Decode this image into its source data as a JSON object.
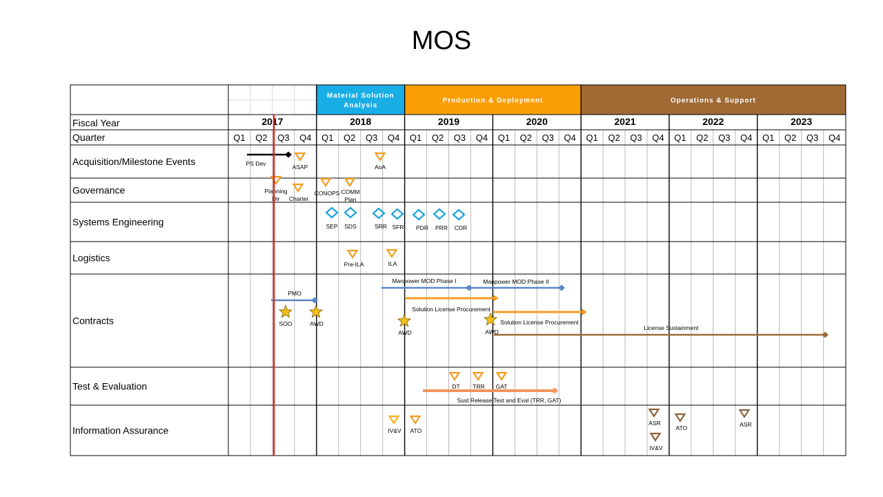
{
  "title": "MOS",
  "phases": [
    {
      "lines": [
        "Material Solution",
        "Analysis"
      ],
      "color": "#1aaee6"
    },
    {
      "lines": [
        "Production & Deployment"
      ],
      "color": "#fb9d05"
    },
    {
      "lines": [
        "Operations & Support"
      ],
      "color": "#9f6a34"
    }
  ],
  "row_labels": [
    "Fiscal Year",
    "Quarter",
    "Acquisition/Milestone Events",
    "Governance",
    "Systems Engineering",
    "Logistics",
    "Contracts",
    "Test & Evaluation",
    "Information Assurance"
  ],
  "years": [
    "2017",
    "2018",
    "2019",
    "2020",
    "2021",
    "2022",
    "2023"
  ],
  "quarters": [
    "Q1",
    "Q2",
    "Q3",
    "Q4"
  ],
  "events": [
    {
      "type": "diamond-filled",
      "row": "Acquisition/Milestone Events",
      "labels": [
        "PS Dev"
      ],
      "color": "#000000"
    },
    {
      "type": "triangle",
      "row": "Acquisition/Milestone Events",
      "labels": [
        "ASAP"
      ],
      "color": "#f39c1f"
    },
    {
      "type": "triangle",
      "row": "Acquisition/Milestone Events",
      "labels": [
        "AoA"
      ],
      "color": "#f39c1f"
    },
    {
      "type": "triangle",
      "row": "Governance",
      "labels": [
        "Planning",
        "Dir"
      ],
      "color": "#f39c1f"
    },
    {
      "type": "triangle",
      "row": "Governance",
      "labels": [
        "Charter"
      ],
      "color": "#f39c1f"
    },
    {
      "type": "triangle",
      "row": "Governance",
      "labels": [
        "CONOPS"
      ],
      "color": "#f39c1f"
    },
    {
      "type": "triangle",
      "row": "Governance",
      "labels": [
        "COMM",
        "Plan"
      ],
      "color": "#f39c1f"
    },
    {
      "type": "diamond",
      "row": "Systems Engineering",
      "labels": [
        "SEP"
      ],
      "color": "#1aa3dd"
    },
    {
      "type": "diamond",
      "row": "Systems Engineering",
      "labels": [
        "SDS"
      ],
      "color": "#1aa3dd"
    },
    {
      "type": "diamond",
      "row": "Systems Engineering",
      "labels": [
        "SRR"
      ],
      "color": "#1aa3dd"
    },
    {
      "type": "diamond",
      "row": "Systems Engineering",
      "labels": [
        "SFR"
      ],
      "color": "#1aa3dd"
    },
    {
      "type": "diamond",
      "row": "Systems Engineering",
      "labels": [
        "PDR"
      ],
      "color": "#1aa3dd"
    },
    {
      "type": "diamond",
      "row": "Systems Engineering",
      "labels": [
        "PRR"
      ],
      "color": "#1aa3dd"
    },
    {
      "type": "diamond",
      "row": "Systems Engineering",
      "labels": [
        "CDR"
      ],
      "color": "#1aa3dd"
    },
    {
      "type": "triangle",
      "row": "Logistics",
      "labels": [
        "Pre-ILA"
      ],
      "color": "#f39c1f"
    },
    {
      "type": "triangle",
      "row": "Logistics",
      "labels": [
        "ILA"
      ],
      "color": "#f39c1f"
    },
    {
      "type": "star",
      "row": "Contracts",
      "labels": [
        "SOO"
      ],
      "color": "#f5c116"
    },
    {
      "type": "star",
      "row": "Contracts",
      "labels": [
        "AWD"
      ],
      "color": "#f5c116"
    },
    {
      "type": "star",
      "row": "Contracts",
      "labels": [
        "AWD"
      ],
      "color": "#f5c116"
    },
    {
      "type": "star",
      "row": "Contracts",
      "labels": [
        "AWD"
      ],
      "color": "#f5c116"
    },
    {
      "type": "triangle",
      "row": "Test & Evaluation",
      "labels": [
        "DT"
      ],
      "color": "#f39c1f"
    },
    {
      "type": "triangle",
      "row": "Test & Evaluation",
      "labels": [
        "TRR"
      ],
      "color": "#f39c1f"
    },
    {
      "type": "triangle",
      "row": "Test & Evaluation",
      "labels": [
        "GAT"
      ],
      "color": "#f39c1f"
    },
    {
      "type": "triangle",
      "row": "Information Assurance",
      "labels": [
        "IV&V"
      ],
      "color": "#f5b11a"
    },
    {
      "type": "triangle",
      "row": "Information Assurance",
      "labels": [
        "ATO"
      ],
      "color": "#f39c1f"
    },
    {
      "type": "triangle",
      "row": "Information Assurance",
      "labels": [
        "ASR"
      ],
      "color": "#8c6239"
    },
    {
      "type": "triangle",
      "row": "Information Assurance",
      "labels": [
        "IV&V"
      ],
      "color": "#8c6239"
    },
    {
      "type": "triangle",
      "row": "Information Assurance",
      "labels": [
        "ATO"
      ],
      "color": "#8c6239"
    },
    {
      "type": "triangle",
      "row": "Information Assurance",
      "labels": [
        "ASR"
      ],
      "color": "#8c6239"
    }
  ],
  "bars": [
    {
      "row": "Contracts",
      "label": "PMO",
      "color": "#5b86c4"
    },
    {
      "row": "Contracts",
      "label": "Manpower MOD Phase I",
      "color": "#5b86c4"
    },
    {
      "row": "Contracts",
      "label": "Manpower MOD Phase II",
      "color": "#5b86c4"
    },
    {
      "row": "Contracts",
      "label": "Solution License  Procurement",
      "color": "#f39c1f"
    },
    {
      "row": "Contracts",
      "label": "Solution License  Procurement",
      "color": "#f39c1f"
    },
    {
      "row": "Contracts",
      "label": "License  Sustainment",
      "color": "#9f6a34"
    },
    {
      "row": "Test & Evaluation",
      "label": "Sust Release Test and Eval (TRR, GAT)",
      "color": "#f3955a"
    }
  ],
  "today_line_color": "#e02020"
}
